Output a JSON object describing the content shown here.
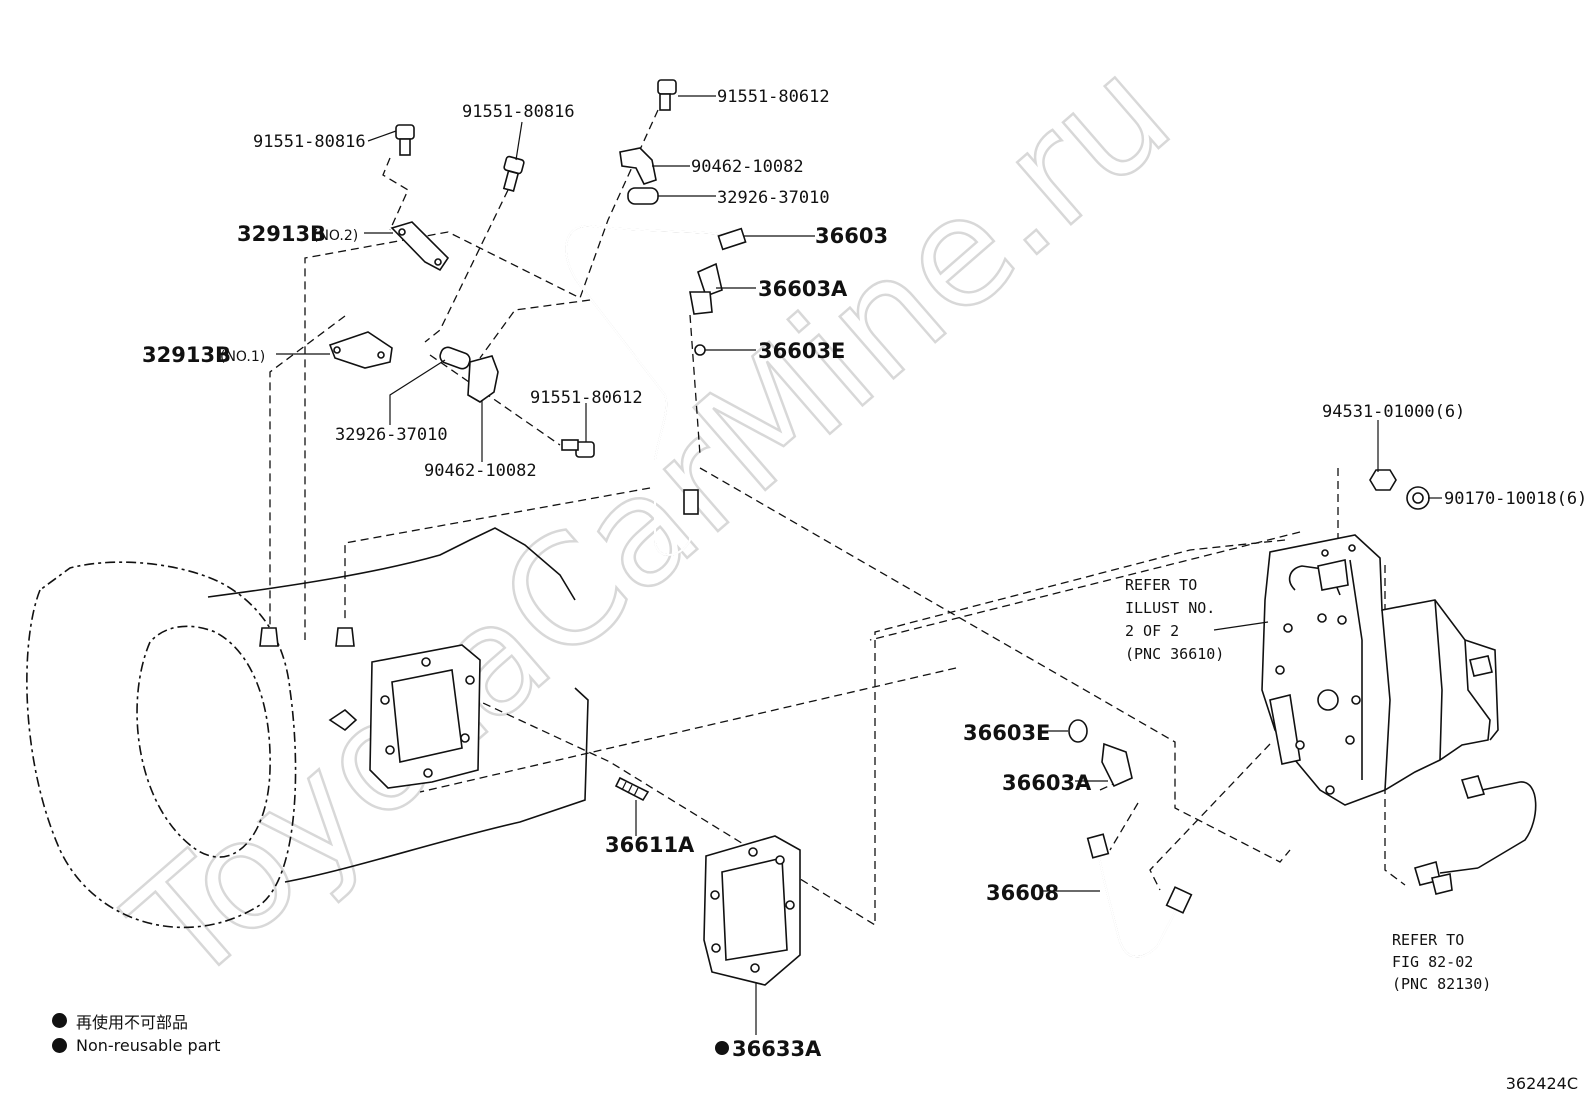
{
  "watermark": "ToyotaCarMine.ru",
  "labels": {
    "l_91551_80816_a": "91551-80816",
    "l_91551_80816_b": "91551-80816",
    "l_91551_80612_top": "91551-80612",
    "l_90462_10082_top": "90462-10082",
    "l_32926_37010_top": "32926-37010",
    "l_36603": "36603",
    "l_36603A_top": "36603A",
    "l_36603E_top": "36603E",
    "l_32913B_no2": "32913B",
    "l_no2": "(NO.2)",
    "l_32913B_no1": "32913B",
    "l_no1": "(NO.1)",
    "l_32926_37010_mid": "32926-37010",
    "l_90462_10082_mid": "90462-10082",
    "l_91551_80612_mid": "91551-80612",
    "l_94531": "94531-01000(6)",
    "l_90170": "90170-10018(6)",
    "l_36603E_low": "36603E",
    "l_36603A_low": "36603A",
    "l_36608": "36608",
    "l_36611A": "36611A",
    "l_36633A": "36633A"
  },
  "notes": {
    "refer_illust": [
      "REFER TO",
      "ILLUST NO.",
      "2 OF 2",
      "(PNC 36610)"
    ],
    "refer_fig": [
      "REFER TO",
      "FIG 82-02",
      "(PNC 82130)"
    ]
  },
  "legend": {
    "non_reusable_jp": "再使用不可部品",
    "non_reusable_en": "Non-reusable part"
  },
  "illustration_number": "362424C"
}
